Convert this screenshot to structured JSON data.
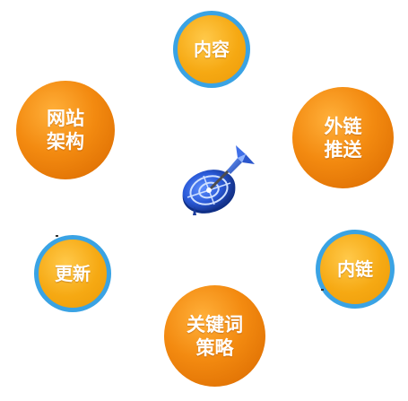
{
  "center": {
    "icon": "dart-target-icon"
  },
  "nodes": {
    "content": "内容",
    "site_architecture": "网站\n架构",
    "external_links": "外链\n推送",
    "update": "更新",
    "internal_links": "内链",
    "keyword_strategy": "关键词\n策略"
  },
  "colors": {
    "orange": "#f38a10",
    "gold": "#f6a913",
    "ring_blue": "#3aa3e4",
    "target_blue": "#1f4fc7",
    "text": "#ffffff"
  }
}
